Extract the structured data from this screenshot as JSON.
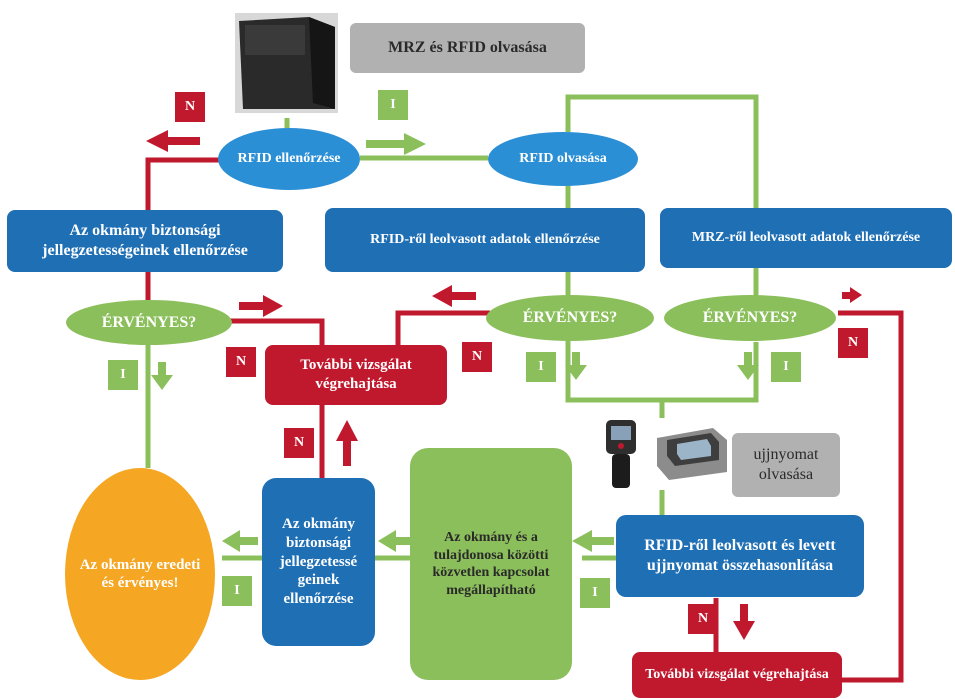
{
  "top_label": "MRZ és RFID olvasása",
  "fingerprint_label": "ujjnyomat olvasása",
  "nodes": {
    "rfid_check": "RFID ellenőrzése",
    "rfid_read": "RFID olvasása",
    "security_check_top": "Az okmány biztonsági jellegzetességeinek ellenőrzése",
    "rfid_data_check": "RFID-ről leolvasott adatok ellenőrzése",
    "mrz_data_check": "MRZ-ről leolvasott adatok ellenőrzése",
    "valid_1": "ÉRVÉNYES?",
    "valid_2": "ÉRVÉNYES?",
    "valid_3": "ÉRVÉNYES?",
    "further_exam_mid": "További vizsgálat végrehajtása",
    "further_exam_bottom": "További vizsgálat végrehajtása",
    "compare": "RFID-ről leolvasott és levett ujjnyomat összehasonlítása",
    "link_established": "Az okmány és a tulajdonosa közötti közvetlen kapcsolat megállapítható",
    "security_check_bottom": "Az okmány biztonsági jellegzetessé geinek ellenőrzése",
    "result": "Az okmány eredeti és érvényes!"
  },
  "tags": {
    "no": "N",
    "yes": "I"
  },
  "colors": {
    "blue": "#1f6fb5",
    "red": "#c0182d",
    "green": "#8bbf5b",
    "orange": "#f5a623",
    "grey": "#b1b1b1"
  },
  "icons": [
    "document-reader-icon",
    "handheld-scanner-icon",
    "fingerprint-scanner-icon"
  ]
}
